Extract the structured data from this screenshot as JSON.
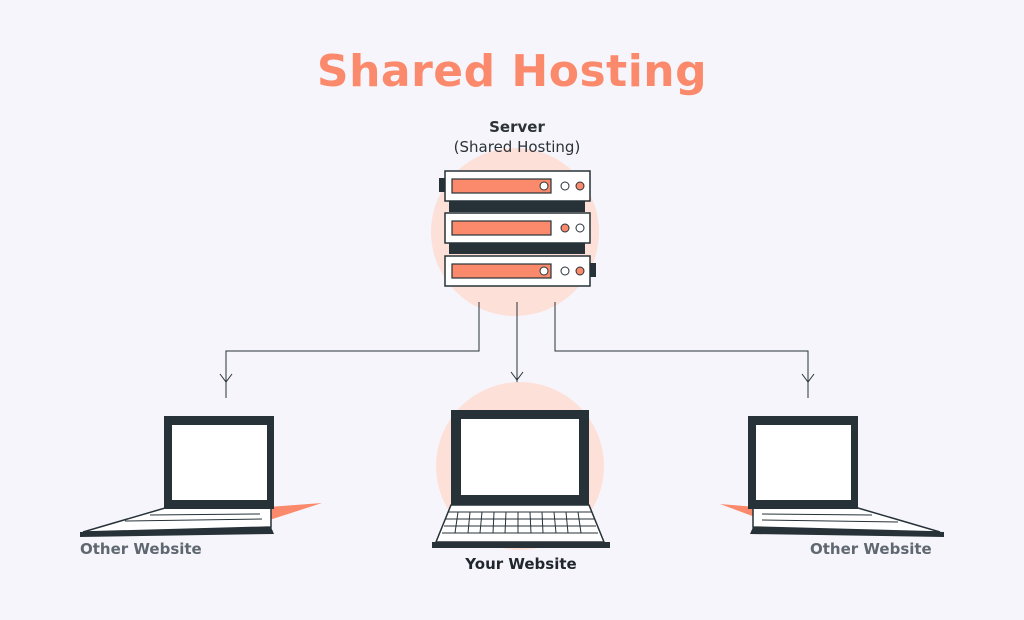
{
  "title": "Shared Hosting",
  "server": {
    "title": "Server",
    "subtitle": "(Shared Hosting)"
  },
  "clients": [
    {
      "label": "Other Website"
    },
    {
      "label": "Your Website"
    },
    {
      "label": "Other Website"
    }
  ],
  "colors": {
    "accent": "#fb8a6c",
    "halo": "#fde0d8",
    "dark": "#263238",
    "background": "#f6f5fb"
  }
}
